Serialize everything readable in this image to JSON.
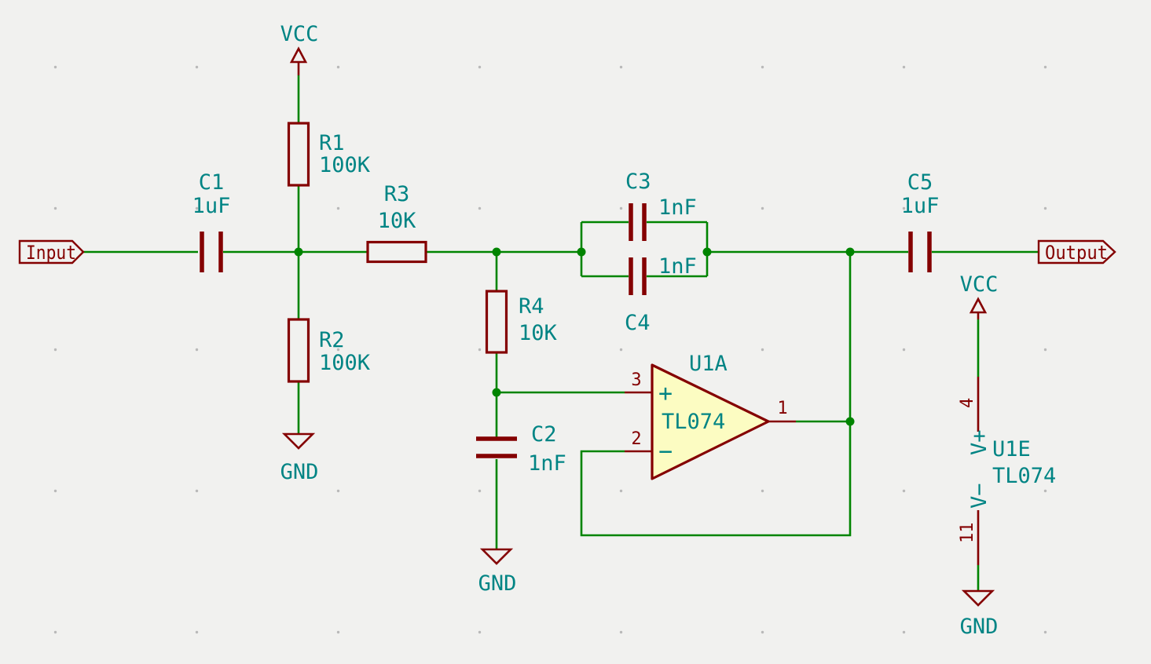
{
  "canvas": {
    "background": "#f1f1ef",
    "grid_dot_color": "#b9b9b9"
  },
  "colors": {
    "wire": "#008400",
    "component_outline": "#840000",
    "field_text": "#008484",
    "pin_number": "#840000",
    "global_label": "#840000",
    "opamp_fill": "#fcfcc2"
  },
  "ports": {
    "input": "Input",
    "output": "Output"
  },
  "power": {
    "vcc": "VCC",
    "gnd": "GND"
  },
  "components": {
    "r1": {
      "ref": "R1",
      "value": "100K"
    },
    "r2": {
      "ref": "R2",
      "value": "100K"
    },
    "r3": {
      "ref": "R3",
      "value": "10K"
    },
    "r4": {
      "ref": "R4",
      "value": "10K"
    },
    "c1": {
      "ref": "C1",
      "value": "1uF"
    },
    "c2": {
      "ref": "C2",
      "value": "1nF"
    },
    "c3": {
      "ref": "C3",
      "value": "1nF"
    },
    "c4": {
      "ref": "C4",
      "value": "1nF"
    },
    "c5": {
      "ref": "C5",
      "value": "1uF"
    },
    "u1a": {
      "ref": "U1A",
      "value": "TL074",
      "pins": {
        "noninv": {
          "num": "3",
          "name": "+"
        },
        "inv": {
          "num": "2",
          "name": "−"
        },
        "out": {
          "num": "1"
        }
      }
    },
    "u1e": {
      "ref": "U1E",
      "value": "TL074",
      "pins": {
        "vplus": {
          "num": "4",
          "name": "V+"
        },
        "vminus": {
          "num": "11",
          "name": "V−"
        }
      }
    }
  }
}
